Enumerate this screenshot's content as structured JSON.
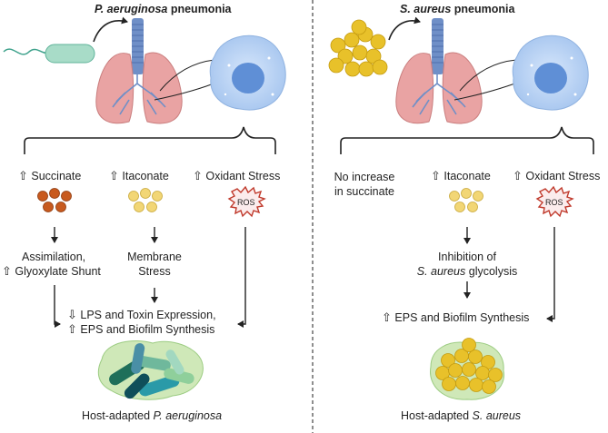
{
  "left": {
    "title_species": "P. aeruginosa",
    "title_suffix": " pneumonia",
    "col1_label": "Succinate",
    "col2_label": "Itaconate",
    "col3_label": "Oxidant Stress",
    "ros_text": "ROS",
    "col1_effect_line1": "Assimilation,",
    "col1_effect_line2": "Glyoxylate Shunt",
    "col2_effect_line1": "Membrane",
    "col2_effect_line2": "Stress",
    "outcome_line1": "LPS and Toxin Expression,",
    "outcome_line2": "EPS and Biofilm Synthesis",
    "footer_prefix": "Host-adapted ",
    "footer_species": "P. aeruginosa"
  },
  "right": {
    "title_species": "S. aureus",
    "title_suffix": " pneumonia",
    "col1_line1": "No increase",
    "col1_line2": "in succinate",
    "col2_label": "Itaconate",
    "col3_label": "Oxidant Stress",
    "ros_text": "ROS",
    "effect_line1": "Inhibition of",
    "effect_species": "S. aureus",
    "effect_suffix": " glycolysis",
    "outcome": "EPS and Biofilm Synthesis",
    "footer_prefix": "Host-adapted ",
    "footer_species": "S. aureus"
  },
  "glyphs": {
    "up": "⇧",
    "down": "⇩"
  },
  "colors": {
    "succinate": "#c85a1e",
    "itaconate": "#f2d675",
    "ros": "#c0392b",
    "lung": "#e9a3a3",
    "trachea": "#6f8fc7",
    "macrophage": "#a9c8f0",
    "nucleus": "#5f8fd6",
    "bacterium": "#a8dcc8",
    "staph": "#e8c12a",
    "biofilm": "#cfe8b8"
  },
  "icons": [
    "curved-arrow-icon",
    "rod-bacterium-icon",
    "staph-cluster-icon",
    "lungs-icon",
    "macrophage-icon",
    "ros-burst-icon",
    "down-arrow-icon",
    "brace-icon",
    "biofilm-icon"
  ]
}
